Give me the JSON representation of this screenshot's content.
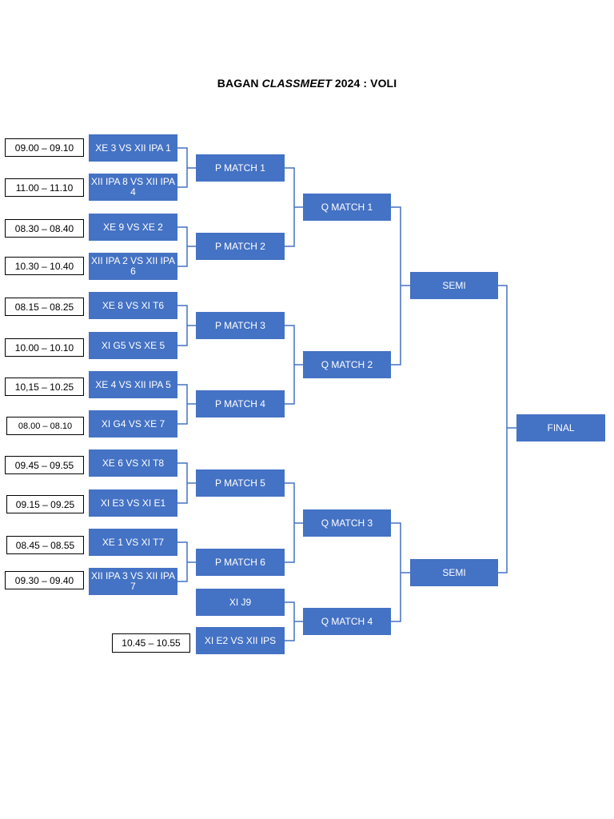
{
  "title": {
    "prefix": "BAGAN ",
    "emphasis": "CLASSMEET",
    "suffix": " 2024 : VOLI"
  },
  "colors": {
    "box_fill": "#4472c4",
    "box_text": "#ffffff",
    "connector": "#4472c4",
    "time_border": "#000000"
  },
  "bracket": {
    "round1": [
      "XE 3 VS XII IPA 1",
      "XII IPA 8 VS XII IPA 4",
      "XE 9 VS XE 2",
      "XII IPA 2 VS XII IPA 6",
      "XE 8 VS XI T6",
      "XI G5 VS XE 5",
      "XE 4 VS XII IPA 5",
      "XI G4 VS XE 7",
      "XE 6 VS XI T8",
      "XI E3 VS XI E1",
      "XE 1 VS XI T7",
      "XII IPA 3 VS XII IPA 7"
    ],
    "round2": [
      "P MATCH 1",
      "P MATCH 2",
      "P MATCH 3",
      "P MATCH 4",
      "P MATCH 5",
      "P MATCH 6",
      "XI J9",
      "XI E2 VS XII IPS"
    ],
    "quarter": [
      "Q MATCH 1",
      "Q MATCH 2",
      "Q MATCH 3",
      "Q MATCH 4"
    ],
    "semi": [
      "SEMI",
      "SEMI"
    ],
    "final": "FINAL"
  },
  "times": [
    "09.00 – 09.10",
    "11.00 – 11.10",
    "08.30 – 08.40",
    "10.30 – 10.40",
    "08.15 – 08.25",
    "10.00 – 10.10",
    "10,15 – 10.25",
    "08.00 – 08.10",
    "09.45 – 09.55",
    "09.15 – 09.25",
    "08.45 – 08.55",
    "09.30 – 09.40",
    "10.45 – 10.55"
  ]
}
